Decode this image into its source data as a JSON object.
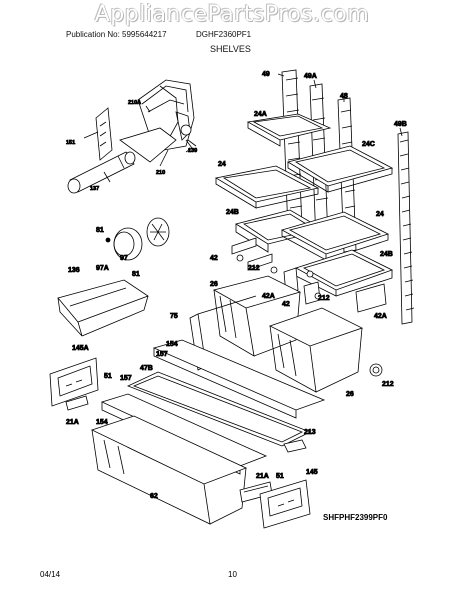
{
  "watermark": "AppliancePartsPros.com",
  "header": {
    "publication": "Publication No: 5995644217",
    "model": "DGHF2360PF1",
    "section": "SHELVES"
  },
  "callouts": {
    "c49": "49",
    "c49A": "49A",
    "c48": "48",
    "c49B": "49B",
    "c24A": "24A",
    "c24C": "24C",
    "c24_1": "24",
    "c24_2": "24",
    "c24B_1": "24B",
    "c24B_2": "24B",
    "c42_1": "42",
    "c42_2": "42",
    "c212_1": "212",
    "c212_2": "212",
    "c212_3": "212",
    "c42A_1": "42A",
    "c42A_2": "42A",
    "c26_1": "26",
    "c26_2": "26",
    "c75": "75",
    "c154_1": "154",
    "c154_2": "154",
    "c157_1": "157",
    "c157_2": "157",
    "c47B": "47B",
    "c213": "213",
    "c145A": "145A",
    "c145": "145",
    "c51_1": "51",
    "c51_2": "51",
    "c21A_1": "21A",
    "c21A_2": "21A",
    "c62": "62",
    "c136": "136",
    "c81_1": "81",
    "c81_2": "81",
    "c97A": "97A",
    "c97": "97",
    "c151": "151",
    "c210A": "210A",
    "c139": "139",
    "c210": "210",
    "c137": "137"
  },
  "diagram_code": "SHFPHF2399PF0",
  "footer": {
    "date": "04/14",
    "page": "10"
  }
}
